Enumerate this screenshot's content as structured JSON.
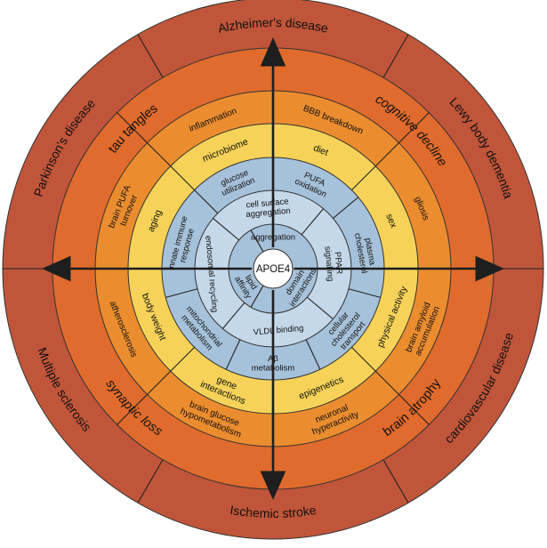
{
  "center": "APOE4",
  "ring1": [
    "aggregation",
    "domain\ninteractions",
    "lipid\naffinity"
  ],
  "ring2": [
    "cell surface\naggregation",
    "PPAR\nsignalling",
    "VLDL binding",
    "endosomal recycling"
  ],
  "ring3": [
    "PUFA\noxidation",
    "plasma\ncholesterol",
    "cellular\ncholesterol\ntransport",
    "Aβ\nmetabolism",
    "mitochondrial\nmetabolism",
    "innate immune\nresponse",
    "glucose\nutilization"
  ],
  "ring4": [
    "diet",
    "sex",
    "physical activity",
    "epigenetics",
    "gene\ninteractions",
    "body weight",
    "aging",
    "microbiome"
  ],
  "ring5": [
    "BBB breakdown",
    "gliosis",
    "brain amyloid\naccumulation",
    "neuronal\nhyperactivity",
    "brain glucose\nhypometabolism",
    "atherosclerosis",
    "brain PUFA\nturnover",
    "inflammation"
  ],
  "ring6": [
    "cognitive decline",
    "brain atrophy",
    "synaptic loss",
    "tau tangles"
  ],
  "ring7": [
    "Alzheimer's disease",
    "Lewy body dementia",
    "cardiovascular disease",
    "Ischemic stroke",
    "Multiple sclerosis",
    "Parkinson's disease"
  ]
}
